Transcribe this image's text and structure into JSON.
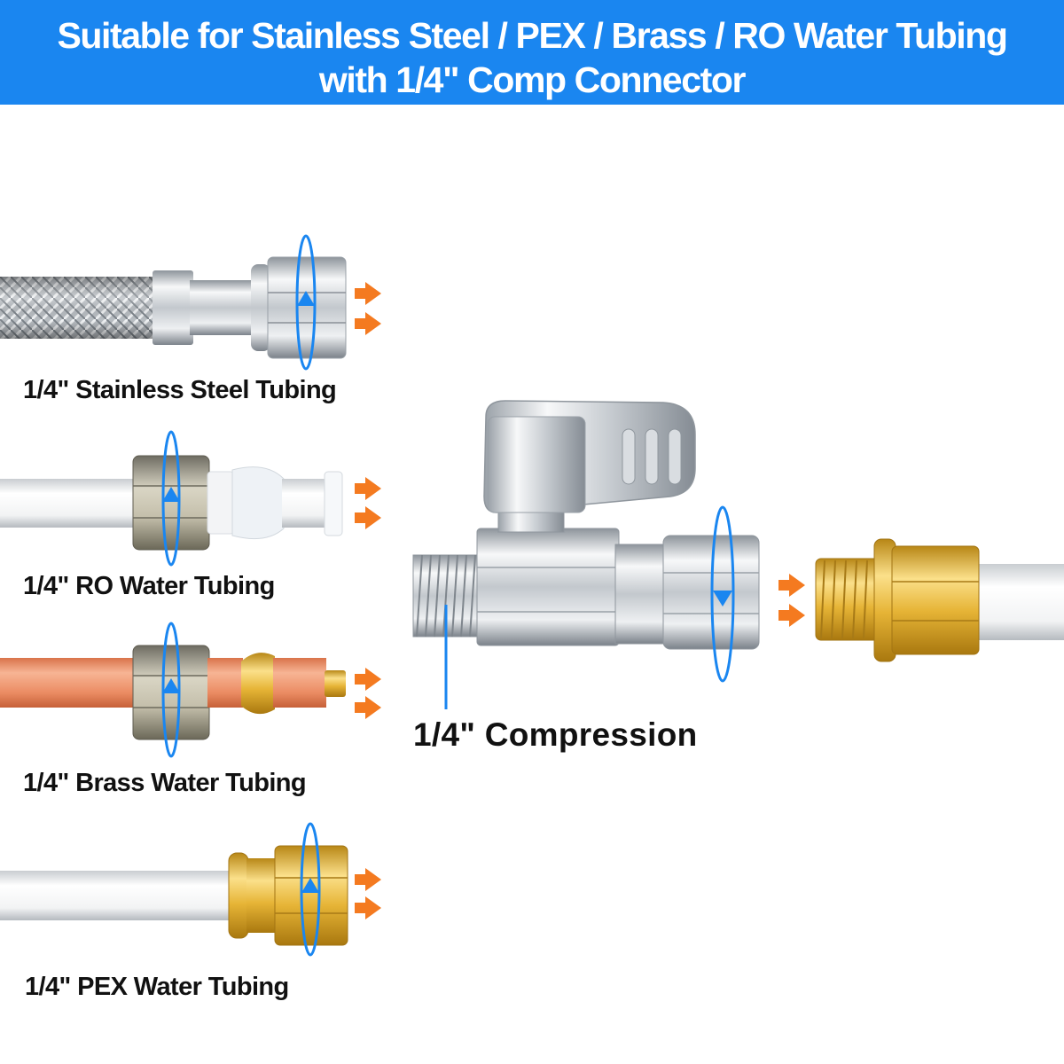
{
  "banner": {
    "line1": "Suitable for Stainless Steel  / PEX / Brass / RO Water Tubing",
    "line2": "with 1/4\" Comp Connector",
    "color": "#1a86f0"
  },
  "tubings": [
    {
      "label": "1/4\" Stainless Steel Tubing",
      "icon": "braided-hose-icon"
    },
    {
      "label": "1/4\" RO Water Tubing",
      "icon": "ro-tube-icon"
    },
    {
      "label": "1/4\" Brass Water Tubing",
      "icon": "copper-tube-icon"
    },
    {
      "label": "1/4\" PEX Water Tubing",
      "icon": "pex-tube-icon"
    }
  ],
  "valve": {
    "label": "1/4\" Compression",
    "icon": "quarter-turn-valve-icon",
    "connector_icon": "brass-compression-connector-icon"
  },
  "colors": {
    "rotation_arrow": "#1a86f0",
    "flow_arrow": "#f47a20",
    "brass": "#e0b032",
    "copper": "#e9875f",
    "chrome": "#c9ced3"
  }
}
